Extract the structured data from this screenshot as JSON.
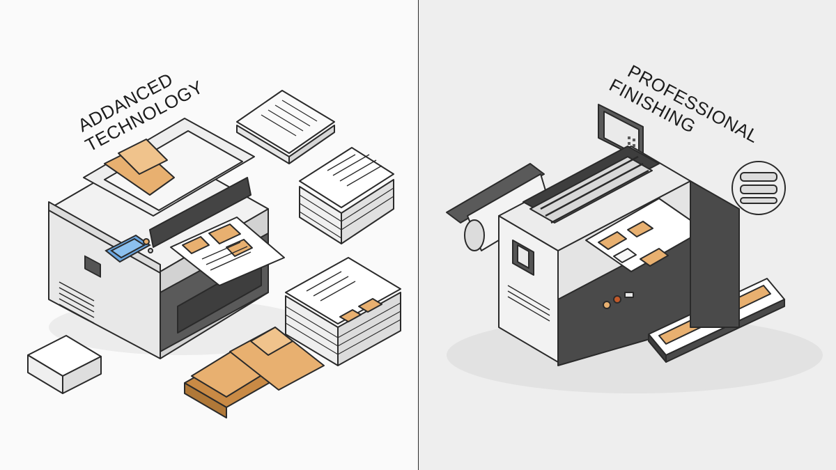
{
  "left_panel": {
    "title_line1": "ADDANCED",
    "title_line2": "TECHNOLOGY",
    "background": "#fafafa",
    "icons": [
      "printer-icon",
      "screen-icon",
      "paper-stack-icon",
      "folder-icon",
      "document-icon"
    ]
  },
  "right_panel": {
    "title_line1": "PROFESSIONAL",
    "title_line2": "FINISHING",
    "background": "#eeeeee",
    "icons": [
      "finishing-machine-icon",
      "control-panel-icon",
      "rollers-icon",
      "paper-tray-icon"
    ]
  },
  "colors": {
    "accent": "#e8b070",
    "accent_dark": "#c98a45",
    "screen_blue": "#6aa6e0",
    "machine_light": "#e6e6e6",
    "machine_dark": "#555555",
    "outline": "#2a2a2a"
  }
}
